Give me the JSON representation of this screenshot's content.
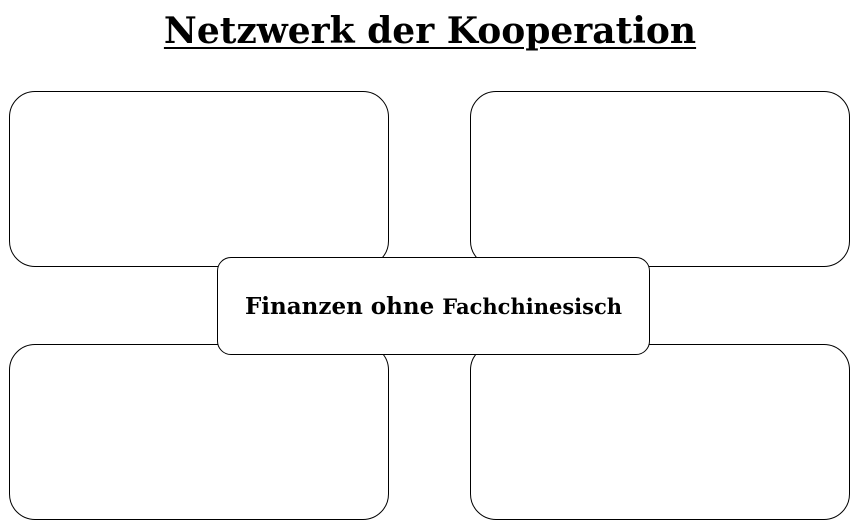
{
  "title": "Netzwerk der Kooperation",
  "center": {
    "label_main": "Finanzen ohne",
    "label_tail": "Fachchinesisch"
  },
  "boxes": {
    "top_left": "",
    "top_right": "",
    "bottom_left": "",
    "bottom_right": ""
  },
  "colors": {
    "stroke": "#000000",
    "background": "#ffffff"
  }
}
